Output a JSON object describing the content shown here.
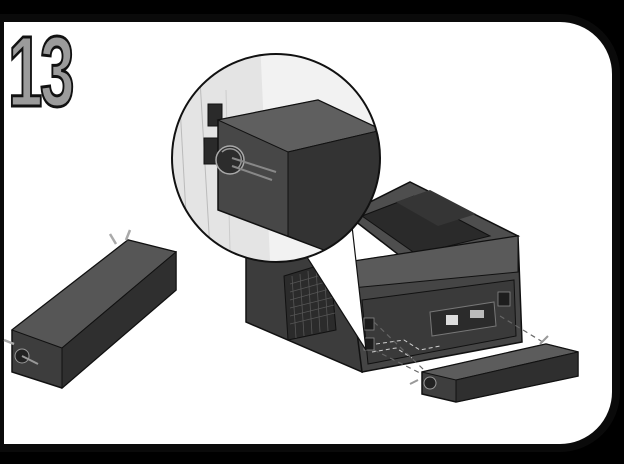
{
  "step": {
    "number": "13"
  },
  "colors": {
    "frame_border": "#0a0a0a",
    "panel_background": "#ffffff",
    "part_dark": "#3a3a3a",
    "part_mid": "#4d4d4d",
    "part_light": "#6a6a6a",
    "step_number_fill": "#9b9b9b"
  },
  "illustration": {
    "subject": "printer-rear-with-optional-duplex-unit",
    "callout": "magnified-view-of-connector-latch",
    "loose_part": "duplex-unit",
    "guide_lines": "dashed-alignment-lines"
  }
}
